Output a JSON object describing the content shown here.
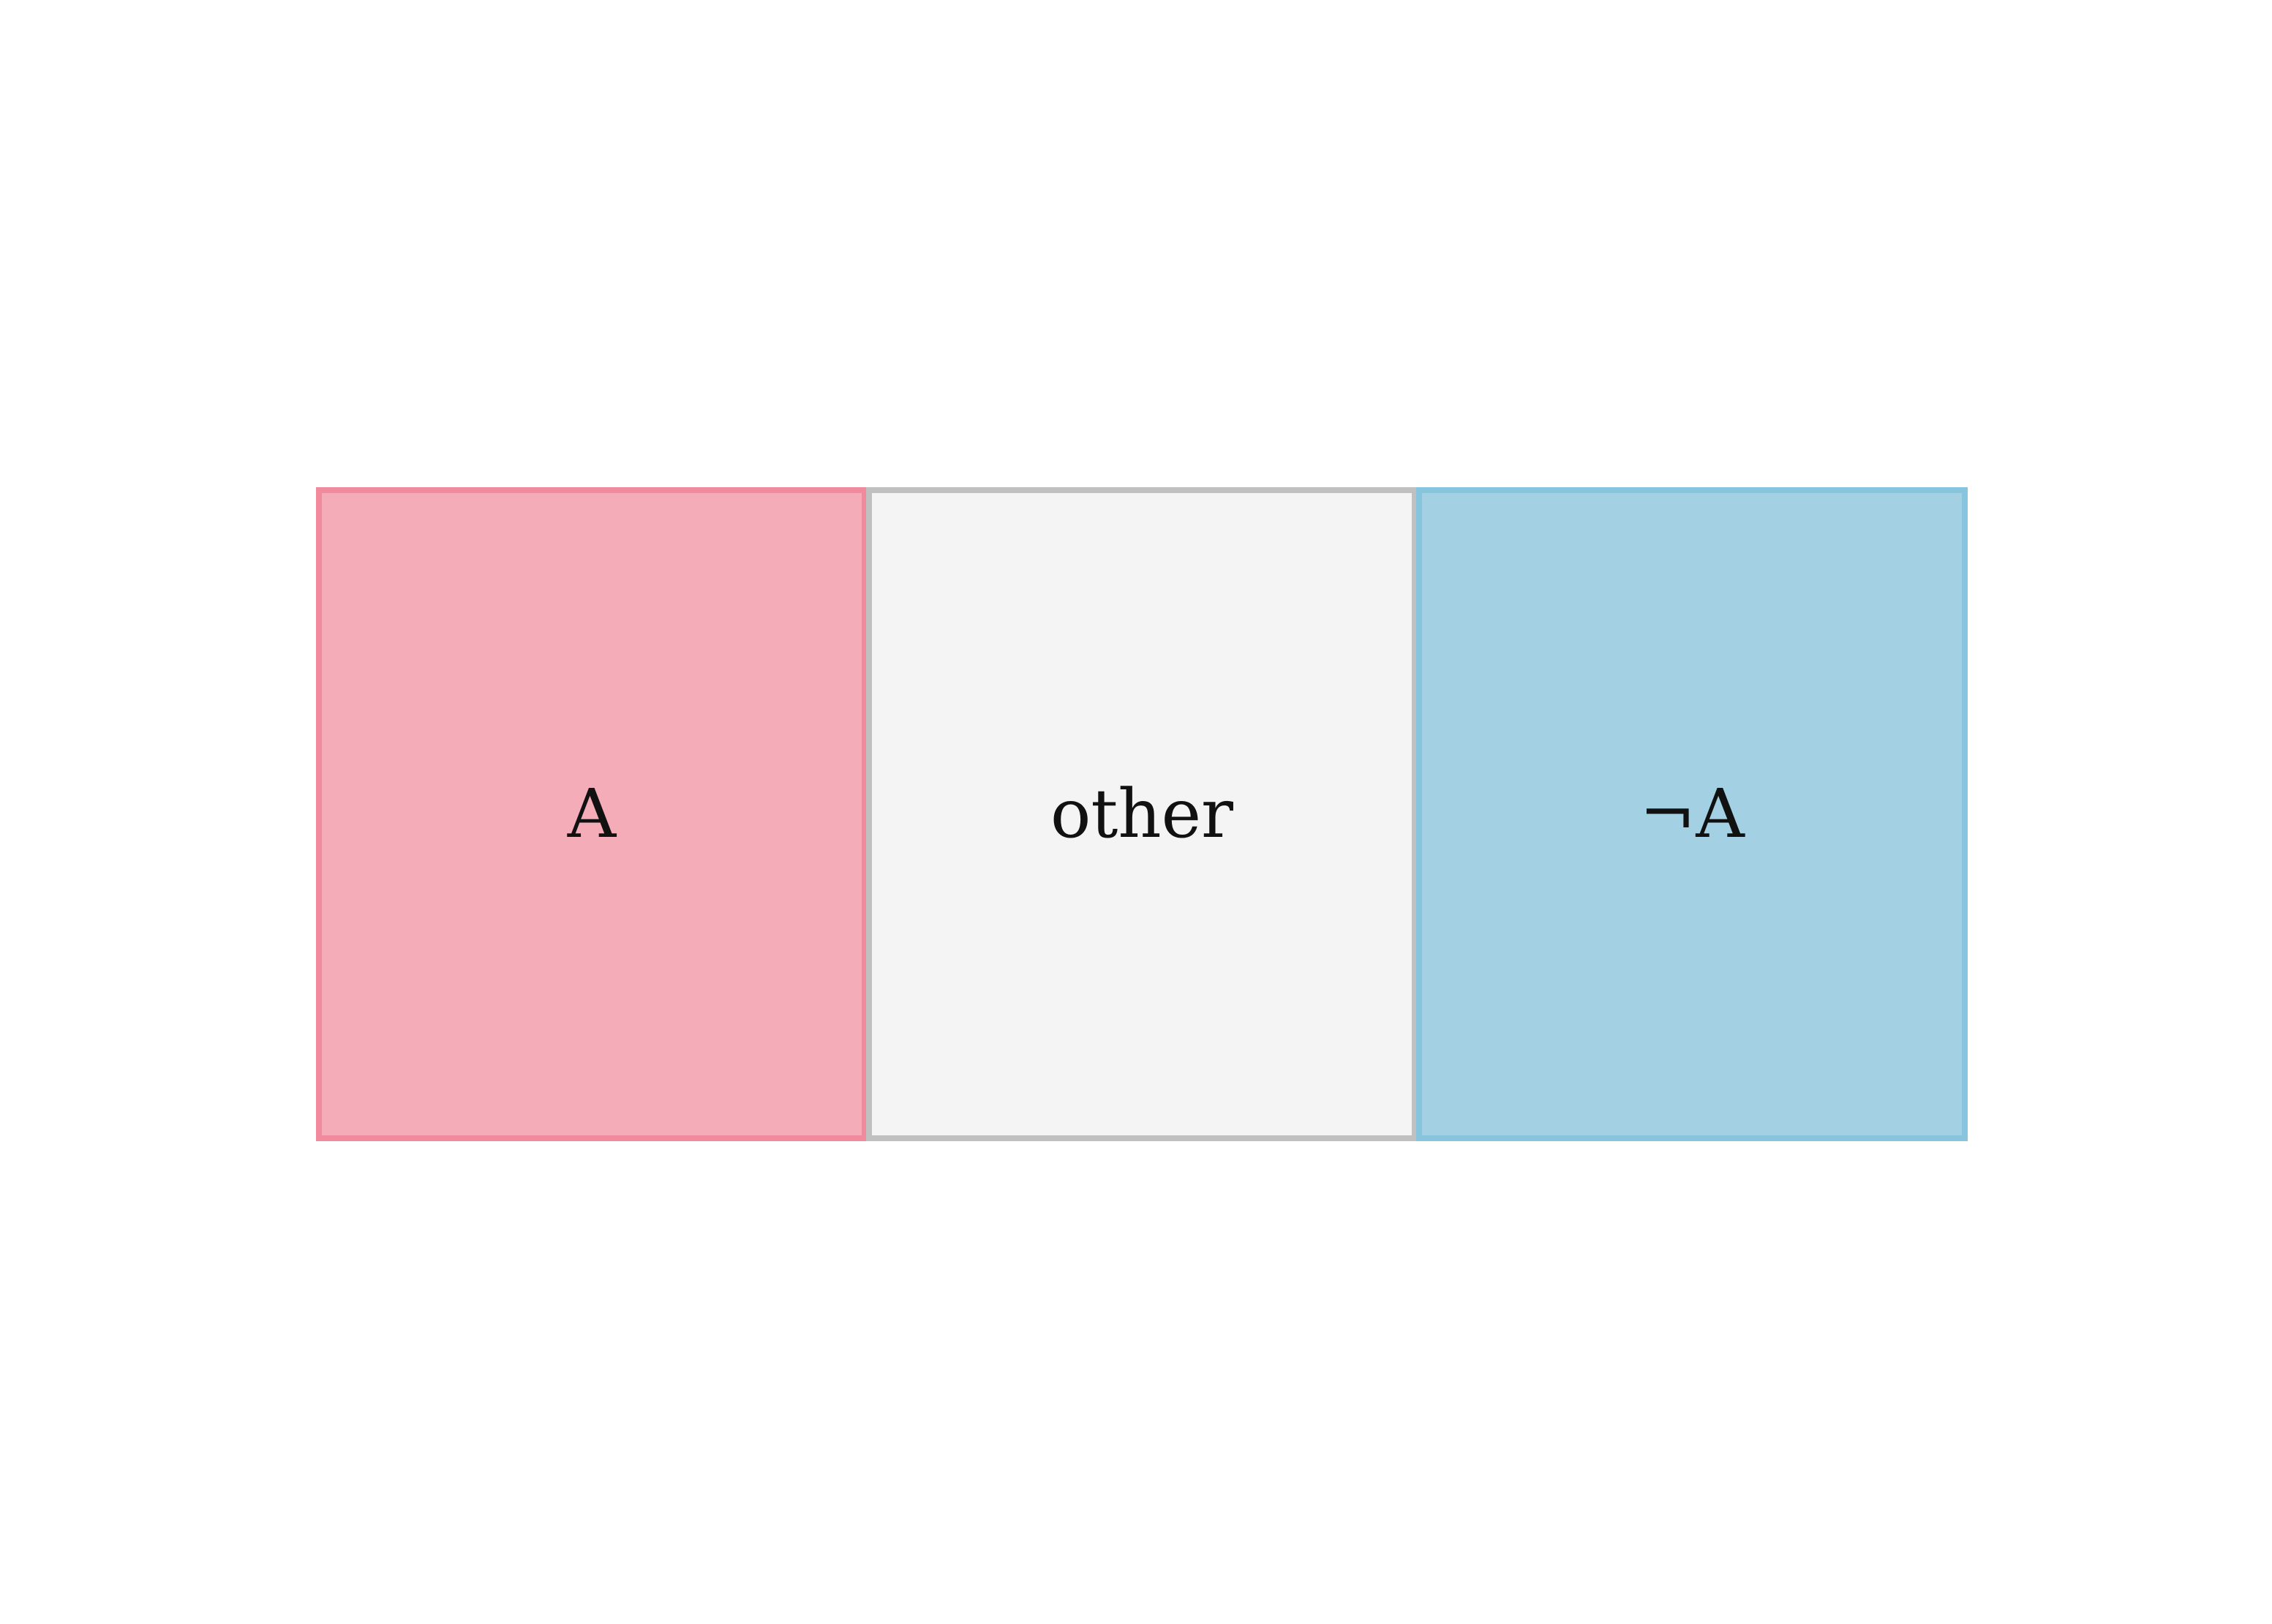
{
  "boxes": [
    {
      "label": "A",
      "fill": "#f4adb8",
      "border": "#f08a9c"
    },
    {
      "label": "other",
      "fill": "#f3f4f3",
      "border": "#c0c0c0"
    },
    {
      "label": "¬A",
      "fill": "#a3d0e2",
      "border": "#86c5dd"
    }
  ]
}
